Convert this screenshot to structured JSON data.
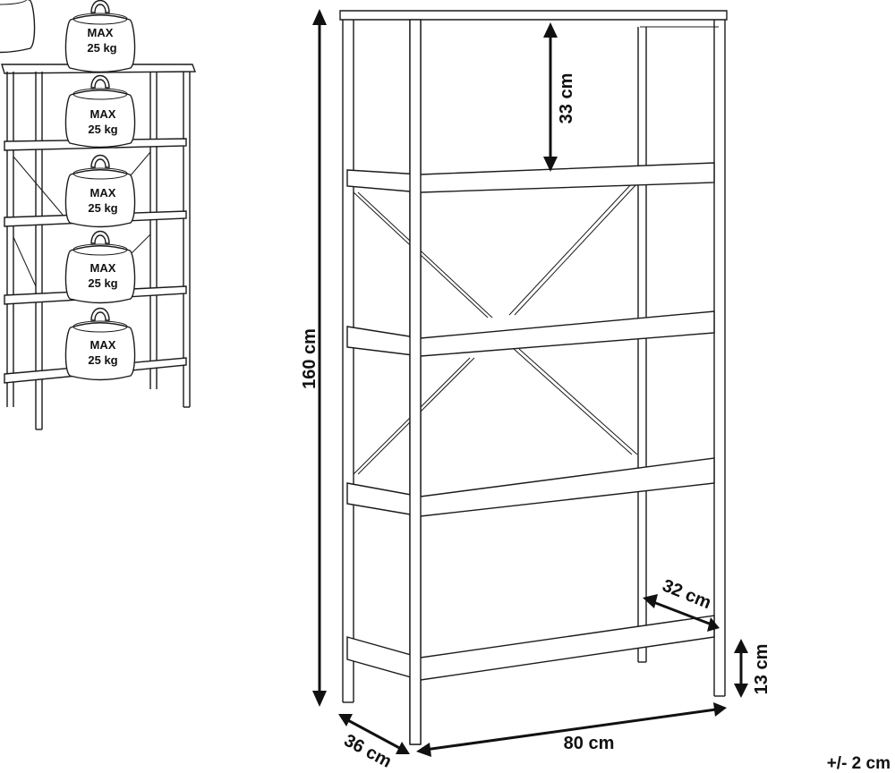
{
  "weight_label": {
    "line1": "MAX",
    "line2": "25 kg"
  },
  "weight_count": 5,
  "dimensions": {
    "height": "160 cm",
    "shelf_gap": "33 cm",
    "shelf_depth": "32 cm",
    "bottom_clearance": "13 cm",
    "depth": "36 cm",
    "width": "80 cm"
  },
  "tolerance": "+/- 2 cm"
}
